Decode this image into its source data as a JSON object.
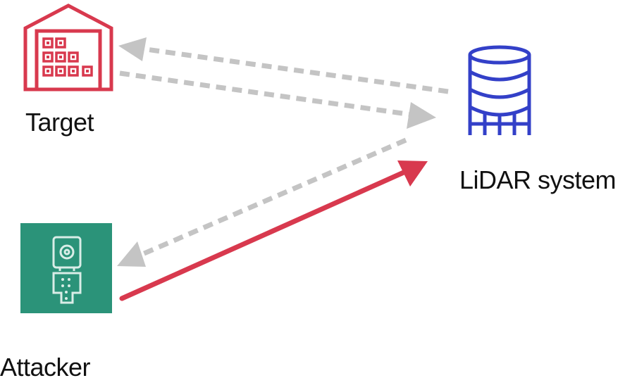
{
  "nodes": {
    "target": {
      "label": "Target",
      "icon": "warehouse-icon",
      "color": "#d8394e"
    },
    "lidar": {
      "label": "LiDAR system",
      "icon": "database-icon",
      "color": "#3340c8"
    },
    "attacker": {
      "label": "Attacker",
      "icon": "robot-icon",
      "color": "#2b9379"
    }
  },
  "edges": [
    {
      "from": "lidar",
      "to": "target",
      "style": "dashed",
      "color": "#c4c4c4"
    },
    {
      "from": "target",
      "to": "lidar",
      "style": "dashed",
      "color": "#c4c4c4"
    },
    {
      "from": "lidar",
      "to": "attacker",
      "style": "dashed",
      "color": "#c4c4c4"
    },
    {
      "from": "attacker",
      "to": "lidar",
      "style": "solid",
      "color": "#d8394e"
    }
  ]
}
